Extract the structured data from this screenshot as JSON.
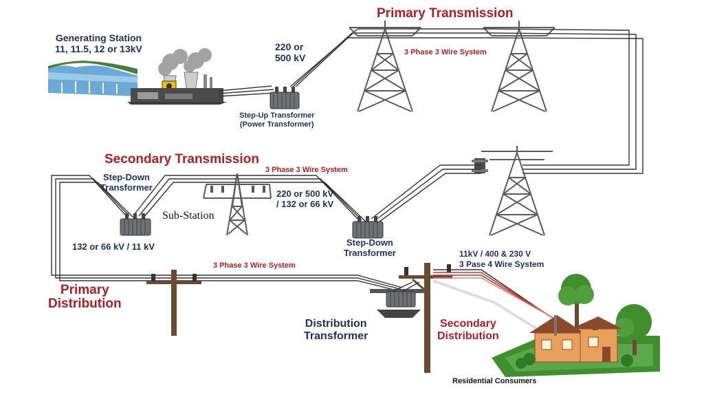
{
  "titles": {
    "primary_transmission": "Primary Transmission",
    "secondary_transmission": "Secondary Transmission",
    "primary_distribution": "Primary\nDistribution",
    "secondary_distribution": "Secondary\nDistribution",
    "distribution_transformer": "Distribution\nTransformer"
  },
  "generating_station": {
    "label": "Generating Station\n11, 11.5, 12 or 13kV"
  },
  "step_up": {
    "voltage": "220 or\n500 kV",
    "label": "Step-Up Transformer\n(Power Transformer)"
  },
  "wire_systems": {
    "primary_transmission": "3 Phase 3 Wire System",
    "secondary_transmission": "3 Phase 3 Wire System",
    "primary_distribution": "3 Phase 3 Wire System",
    "secondary_distribution": "11kV / 400 & 230 V\n3 Pase 4 Wire System"
  },
  "substation": {
    "left_transformer": "Step-Down\nTransformer",
    "left_voltage": "132 or 66 kV / 11 kV",
    "sub_station": "Sub-Station",
    "mid_voltage": "220 or 500 kV\n/ 132 or 66 kV",
    "right_transformer": "Step-Down\nTransformer"
  },
  "consumers": {
    "label": "Residential Consumers"
  },
  "colors": {
    "title_red": "#b01e23",
    "label_navy": "#1f2e5e",
    "steel": "#555555",
    "pole_brown": "#6b4a2e",
    "tree_green": "#3f8f2f",
    "house_orange": "#e8a15a",
    "roof_brown": "#8a4a2b",
    "water_blue": "#6aa9d8"
  }
}
